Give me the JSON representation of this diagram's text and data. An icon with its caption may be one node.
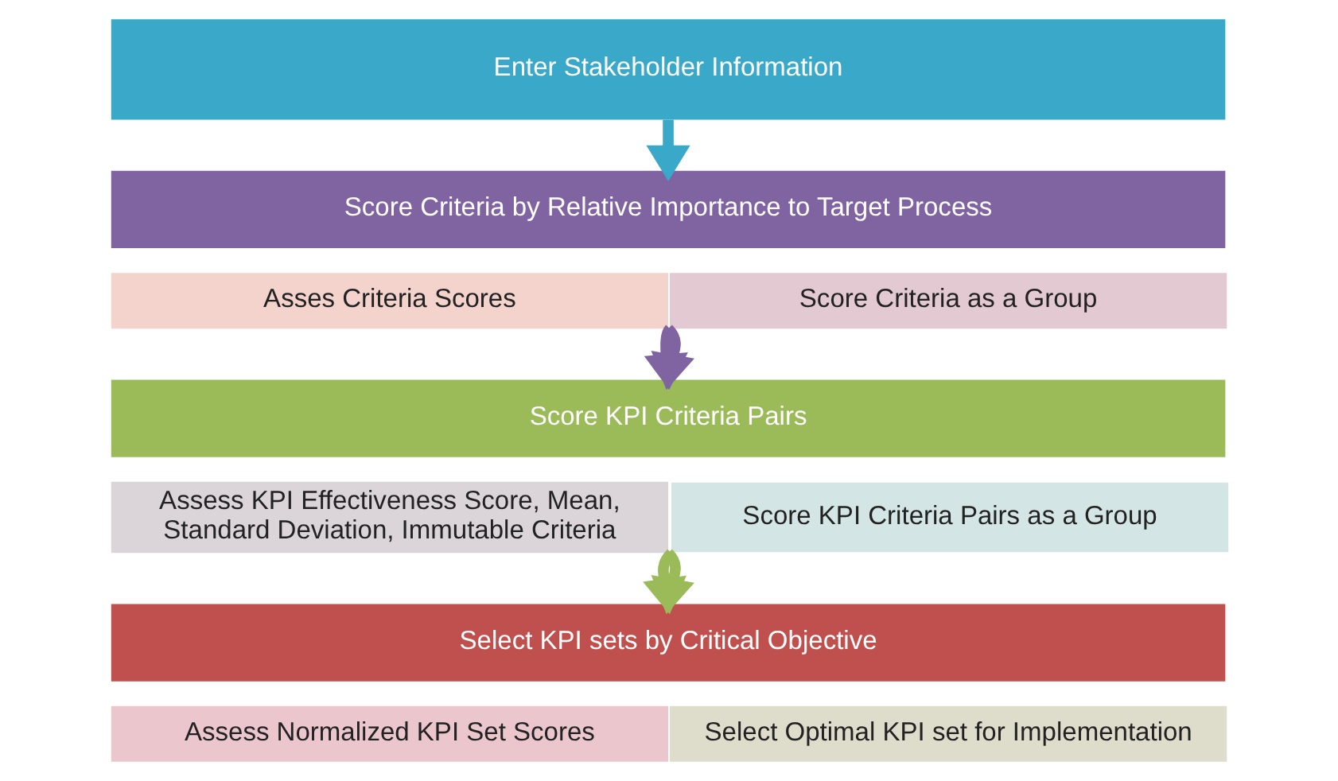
{
  "diagram": {
    "nodes": [
      {
        "text": [
          "Enter Stakeholder Information"
        ]
      },
      {
        "text": [
          "Score Criteria by Relative Importance to Target Process"
        ]
      },
      {
        "text": [
          "Asses Criteria Scores"
        ]
      },
      {
        "text": [
          "Score Criteria as a Group"
        ]
      },
      {
        "text": [
          "Score KPI Criteria Pairs"
        ]
      },
      {
        "text": [
          "Assess KPI Effectiveness Score, Mean, Standard Deviation, Immutable Criteria"
        ]
      },
      {
        "text": [
          "Score KPI Criteria Pairs as a Group"
        ]
      },
      {
        "text": [
          "Select KPI sets by Critical Objective"
        ]
      },
      {
        "text": [
          "Assess Normalized KPI Set Scores"
        ]
      },
      {
        "text": [
          "Select Optimal KPI set for Implementation"
        ]
      }
    ],
    "edges": [
      {
        "from": 0,
        "to": 1,
        "arrow": "to",
        "color": "#3aa8c8"
      },
      {
        "from": 2,
        "to": 4,
        "arrow": "to",
        "color": "#8064a2"
      },
      {
        "from": 3,
        "to": 4,
        "arrow": "to",
        "color": "#8064a2"
      },
      {
        "from": 5,
        "to": 7,
        "arrow": "to",
        "color": "#9bbb59"
      },
      {
        "from": 6,
        "to": 7,
        "arrow": "to",
        "color": "#9bbb59"
      }
    ]
  }
}
